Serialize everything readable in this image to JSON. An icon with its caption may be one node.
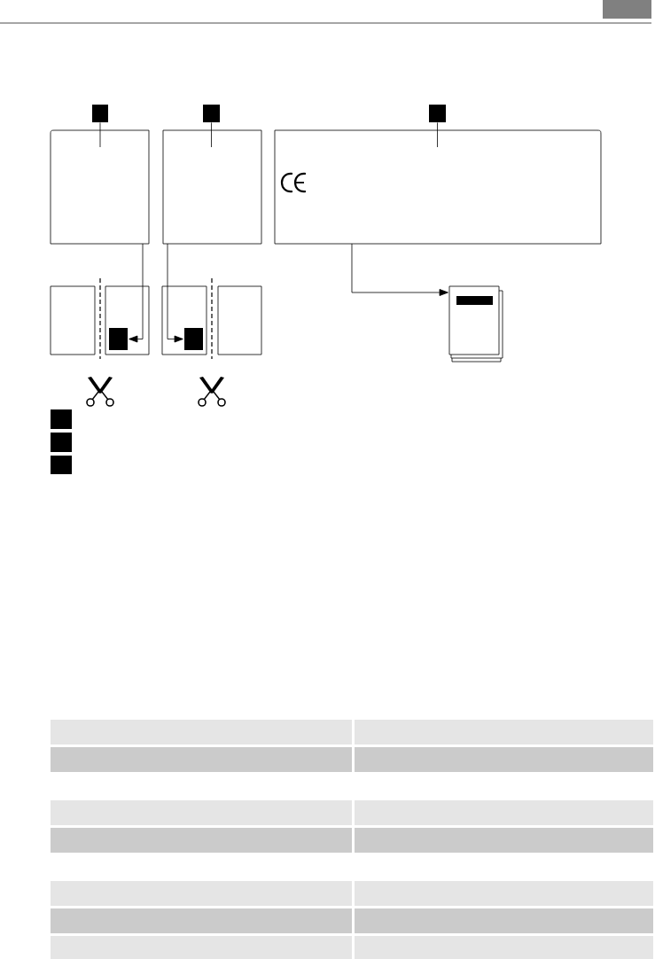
{
  "diagram": {
    "nodes": [
      {
        "text": [],
        "shape": "box"
      },
      {
        "text": [],
        "shape": "box"
      },
      {
        "text": [],
        "shape": "box"
      },
      {
        "text": [],
        "shape": "box"
      },
      {
        "text": [],
        "shape": "box"
      },
      {
        "text": [],
        "shape": "box"
      },
      {
        "text": [],
        "shape": "box"
      },
      {
        "text": [],
        "shape": "box"
      },
      {
        "text": [],
        "shape": "box",
        "in": 7
      },
      {
        "text": [],
        "shape": "box"
      },
      {
        "text": [],
        "shape": "box",
        "in": 9
      },
      {
        "text": [],
        "shape": "box"
      },
      {
        "text": [],
        "shape": "document"
      },
      {
        "text": [],
        "shape": "box"
      },
      {
        "text": [],
        "shape": "box"
      },
      {
        "text": [],
        "shape": "box"
      }
    ],
    "edges": [
      {
        "from": 0,
        "to": 3,
        "arrow": "none"
      },
      {
        "from": 1,
        "to": 4,
        "arrow": "none"
      },
      {
        "from": 2,
        "to": 5,
        "arrow": "none"
      },
      {
        "from": 3,
        "to": 8,
        "arrow": "to"
      },
      {
        "from": 4,
        "to": 10,
        "arrow": "to"
      },
      {
        "from": 5,
        "to": 12,
        "arrow": "to"
      }
    ]
  }
}
